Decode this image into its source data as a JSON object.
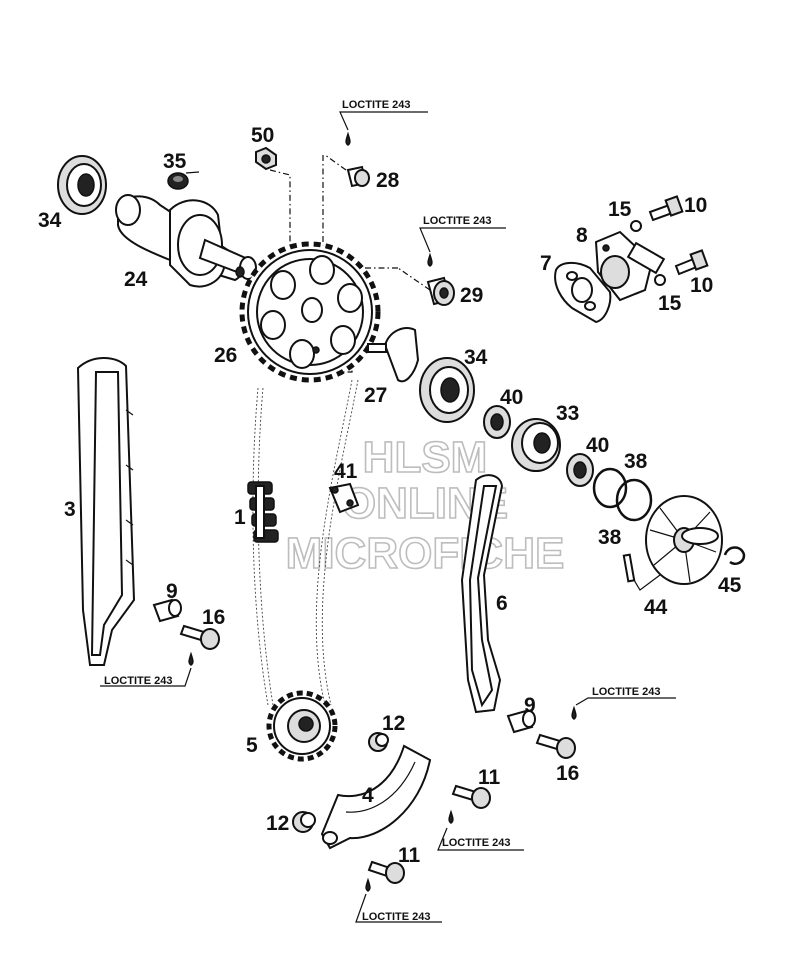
{
  "watermark": {
    "line1": "HLSM",
    "line2": "ONLINE",
    "line3": "MICROFICHE"
  },
  "loctite_text": "LOCTITE 243",
  "callouts": [
    "1",
    "3",
    "4",
    "5",
    "6",
    "7",
    "8",
    "9",
    "9",
    "10",
    "10",
    "11",
    "11",
    "12",
    "12",
    "15",
    "15",
    "16",
    "16",
    "24",
    "26",
    "27",
    "28",
    "29",
    "33",
    "34",
    "34",
    "35",
    "38",
    "38",
    "40",
    "40",
    "41",
    "44",
    "45",
    "50"
  ]
}
